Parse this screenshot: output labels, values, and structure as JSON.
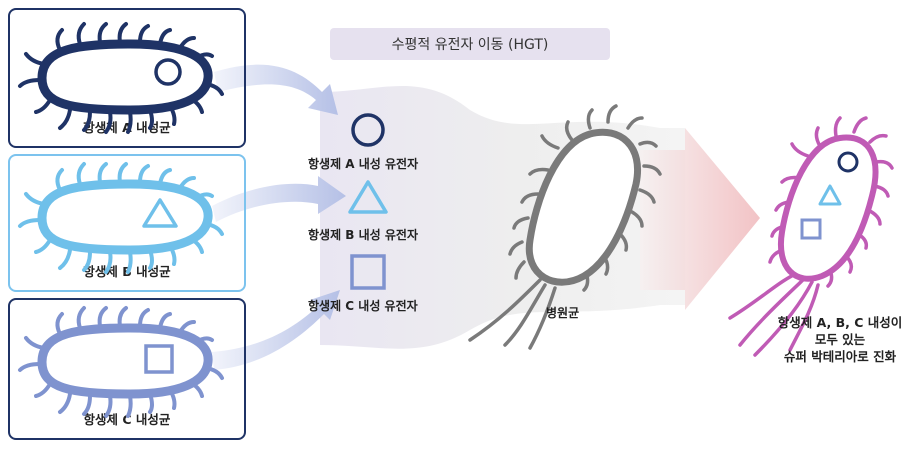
{
  "title": "수평적 유전자 이동 (HGT)",
  "bacteria": [
    {
      "label": "항생제 A 내성균",
      "gene_shape": "circle",
      "color": "#1f3366"
    },
    {
      "label": "항생제 B 내성균",
      "gene_shape": "triangle",
      "color": "#6fc0ea"
    },
    {
      "label": "항생제 C 내성균",
      "gene_shape": "square",
      "color": "#7f93cf"
    }
  ],
  "genes": [
    {
      "label": "항생제 A 내성 유전자",
      "shape": "circle"
    },
    {
      "label": "항생제 B 내성 유전자",
      "shape": "triangle"
    },
    {
      "label": "항생제 C 내성 유전자",
      "shape": "square"
    }
  ],
  "pathogen": {
    "label": "병원균",
    "color": "#7a7a7a"
  },
  "result": {
    "line1": "항생제 A, B, C 내성이",
    "line2": "모두 있는",
    "line3": "슈퍼 박테리아로 진화",
    "color": "#c05bb5"
  }
}
